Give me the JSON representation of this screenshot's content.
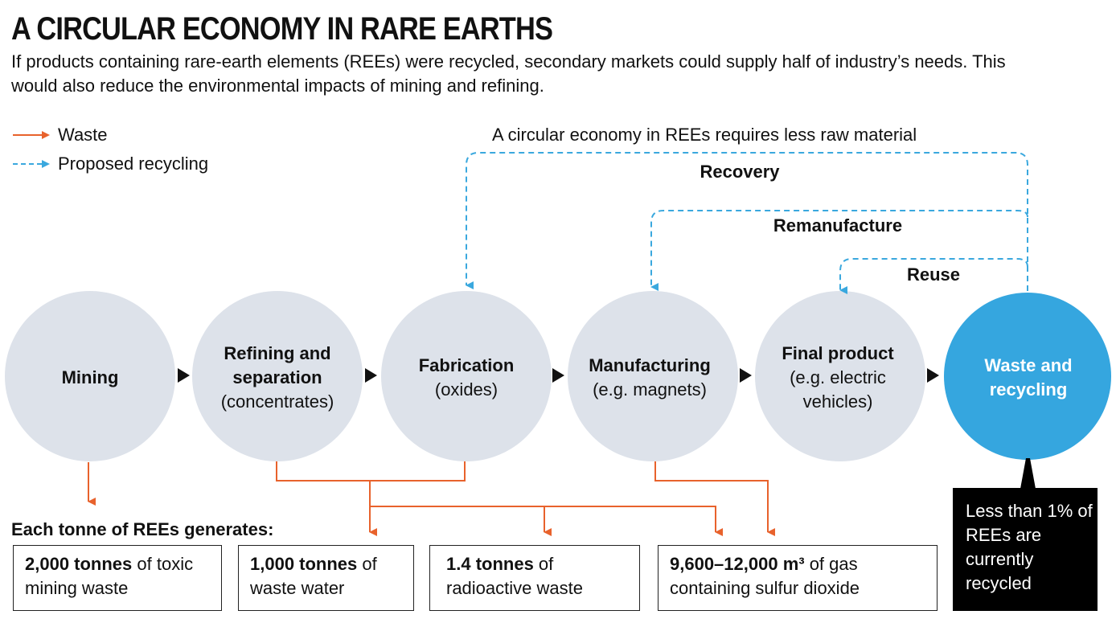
{
  "title": "A CIRCULAR ECONOMY IN RARE EARTHS",
  "subtitle": "If products containing rare-earth elements (REEs) were recycled, secondary markets could supply half of industry’s needs. This would also reduce the environmental impacts of mining and refining.",
  "legend": {
    "waste": "Waste",
    "recycling": "Proposed recycling"
  },
  "top_note": "A circular economy in REEs requires less raw material",
  "loops": {
    "recovery": "Recovery",
    "remanufacture": "Remanufacture",
    "reuse": "Reuse"
  },
  "stages": [
    {
      "title": "Mining",
      "sub": ""
    },
    {
      "title": "Refining and separation",
      "sub": "(concentrates)"
    },
    {
      "title": "Fabrication",
      "sub": "(oxides)"
    },
    {
      "title": "Manufacturing",
      "sub": "(e.g. magnets)"
    },
    {
      "title": "Final product",
      "sub": "(e.g. electric vehicles)"
    },
    {
      "title": "Waste and recycling",
      "sub": ""
    }
  ],
  "outputs_heading": "Each tonne of REEs generates:",
  "outputs": [
    {
      "bold": "2,000 tonnes",
      "rest": " of toxic mining waste"
    },
    {
      "bold": "1,000 tonnes",
      "rest": " of waste water"
    },
    {
      "bold": "1.4 tonnes",
      "rest": " of radioactive waste"
    },
    {
      "bold": "9,600–12,000 m³",
      "rest": " of gas containing sulfur dioxide"
    }
  ],
  "callout": "Less than 1% of REEs are currently recycled",
  "colors": {
    "waste": "#e8622c",
    "recycling": "#3aa8de",
    "circle": "#dde2ea",
    "highlight": "#35a6df"
  }
}
